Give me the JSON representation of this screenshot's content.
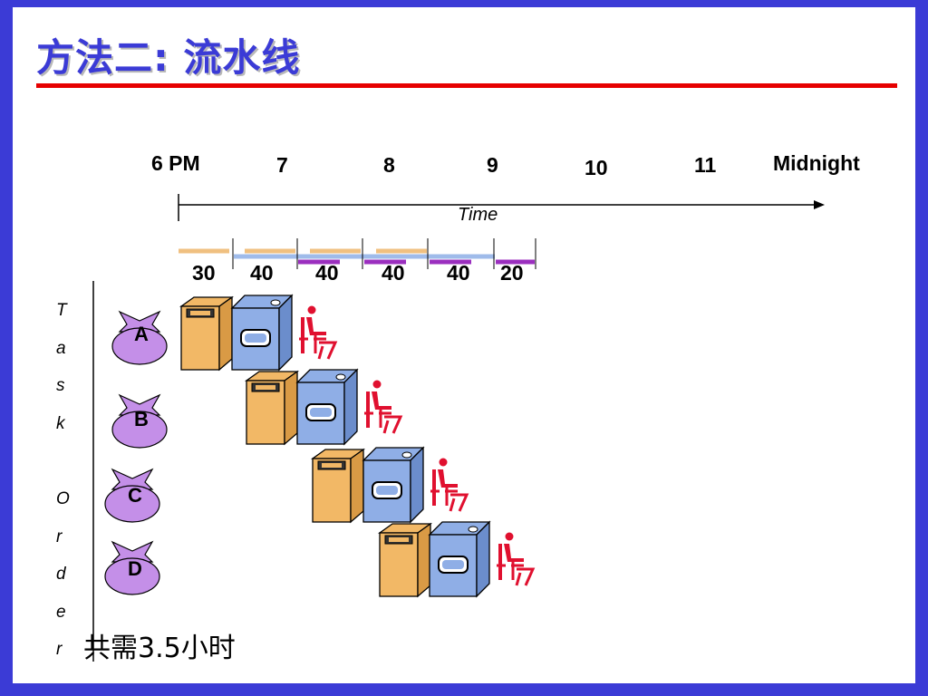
{
  "title": "方法二: 流水线",
  "timeline": {
    "ticks": [
      "6 PM",
      "7",
      "8",
      "9",
      "10",
      "11",
      "Midnight"
    ],
    "axis_name": "Time"
  },
  "durations": [
    "30",
    "40",
    "40",
    "40",
    "40",
    "20"
  ],
  "task_order_letters": [
    "T",
    "a",
    "s",
    "k",
    "O",
    "r",
    "d",
    "e",
    "r"
  ],
  "tasks": [
    {
      "label": "A"
    },
    {
      "label": "B"
    },
    {
      "label": "C"
    },
    {
      "label": "D"
    }
  ],
  "note": "共需3.5小时",
  "colors": {
    "accent_blue": "#3b3bd6",
    "red_line": "#e60000",
    "washer": "#f2b866",
    "dryer": "#8faee6",
    "folder": "#e0102f",
    "bag": "#c48fe8",
    "wash_bar": "#f0c080",
    "dry_bar": "#9fbbea",
    "fold_bar": "#9b2fbf"
  }
}
